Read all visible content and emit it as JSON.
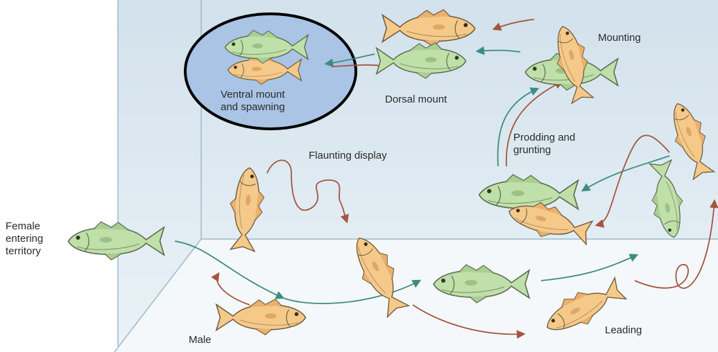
{
  "labels": {
    "female_entering": "Female entering territory",
    "male": "Male",
    "flaunting_display": "Flaunting display",
    "prodding_grunting": "Prodding and grunting",
    "mounting": "Mounting",
    "dorsal_mount": "Dorsal mount",
    "ventral_mount": "Ventral mount and spawning",
    "leading": "Leading"
  },
  "colors": {
    "tank_wall": "#d9e6ef",
    "tank_line": "#9fb9c7",
    "female_fish": "#bfe0a8",
    "male_fish": "#f5c98a",
    "male_path": "#a4553f",
    "female_path": "#3e8c82",
    "highlight_fill": "#a9c4e4",
    "highlight_stroke": "#000000"
  },
  "icons": {
    "female": "green-fish-icon",
    "male": "orange-fish-icon"
  }
}
